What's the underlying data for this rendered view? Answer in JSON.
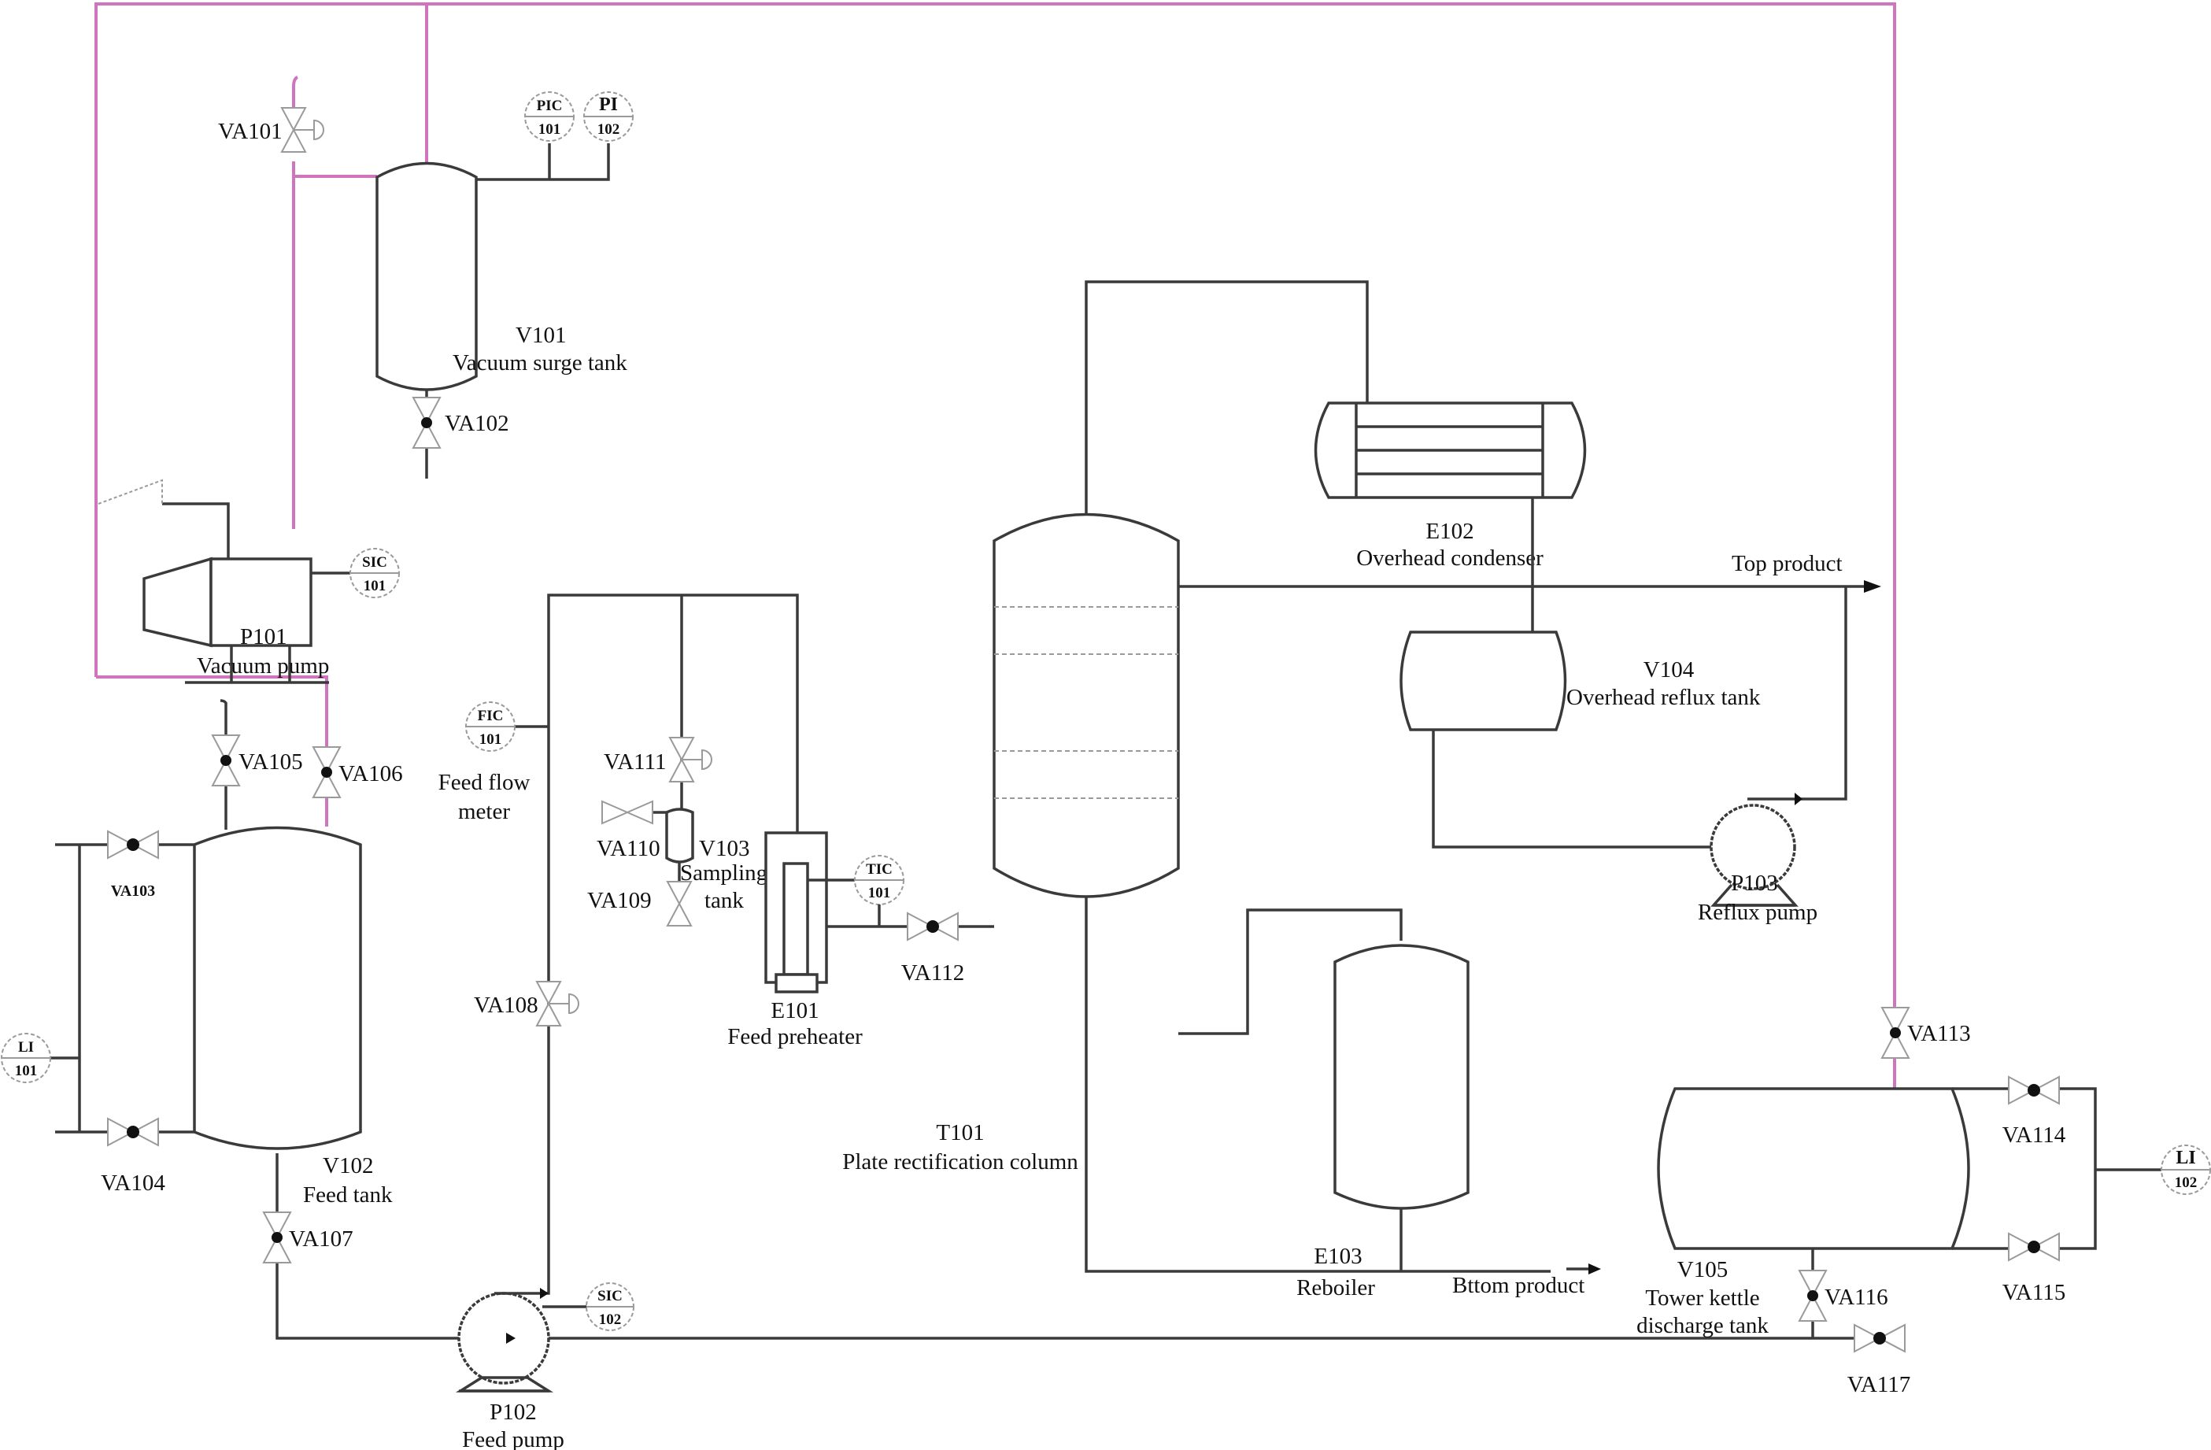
{
  "diagram": {
    "title": "Plate rectification column process P&ID",
    "colors": {
      "process_line": "#3a3a3a",
      "vacuum_line": "#cf74bd",
      "valve_outline": "#9a9a9a"
    },
    "equipment": {
      "v101": {
        "tag": "V101",
        "name": "Vacuum surge tank"
      },
      "p101": {
        "tag": "P101",
        "name": "Vacuum pump"
      },
      "v102": {
        "tag": "V102",
        "name": "Feed tank"
      },
      "p102": {
        "tag": "P102",
        "name": "Feed pump"
      },
      "v103": {
        "tag": "V103",
        "name_line1": "Sampling",
        "name_line2": "tank"
      },
      "e101": {
        "tag": "E101",
        "name": "Feed preheater"
      },
      "t101": {
        "tag": "T101",
        "name": "Plate rectification column"
      },
      "e102": {
        "tag": "E102",
        "name": "Overhead condenser"
      },
      "v104": {
        "tag": "V104",
        "name": "Overhead reflux tank"
      },
      "p103": {
        "tag": "P103",
        "name": "Reflux pump"
      },
      "e103": {
        "tag": "E103",
        "name": "Reboiler"
      },
      "v105": {
        "tag": "V105",
        "name_line1": "Tower kettle",
        "name_line2": "discharge tank"
      }
    },
    "flow_meter": {
      "line1": "Feed flow",
      "line2": "meter"
    },
    "streams": {
      "top_product": "Top product",
      "bottom_product": "Bttom product"
    },
    "valves": {
      "va101": "VA101",
      "va102": "VA102",
      "va103": "VA103",
      "va104": "VA104",
      "va105": "VA105",
      "va106": "VA106",
      "va107": "VA107",
      "va108": "VA108",
      "va109": "VA109",
      "va110": "VA110",
      "va111": "VA111",
      "va112": "VA112",
      "va113": "VA113",
      "va114": "VA114",
      "va115": "VA115",
      "va116": "VA116",
      "va117": "VA117"
    },
    "instruments": {
      "pic101": {
        "func": "PIC",
        "num": "101"
      },
      "pi102": {
        "func": "PI",
        "num": "102"
      },
      "sic101": {
        "func": "SIC",
        "num": "101"
      },
      "sic102": {
        "func": "SIC",
        "num": "102"
      },
      "fic101": {
        "func": "FIC",
        "num": "101"
      },
      "tic101": {
        "func": "TIC",
        "num": "101"
      },
      "li101": {
        "func": "LI",
        "num": "101"
      },
      "li102": {
        "func": "LI",
        "num": "102"
      }
    }
  }
}
